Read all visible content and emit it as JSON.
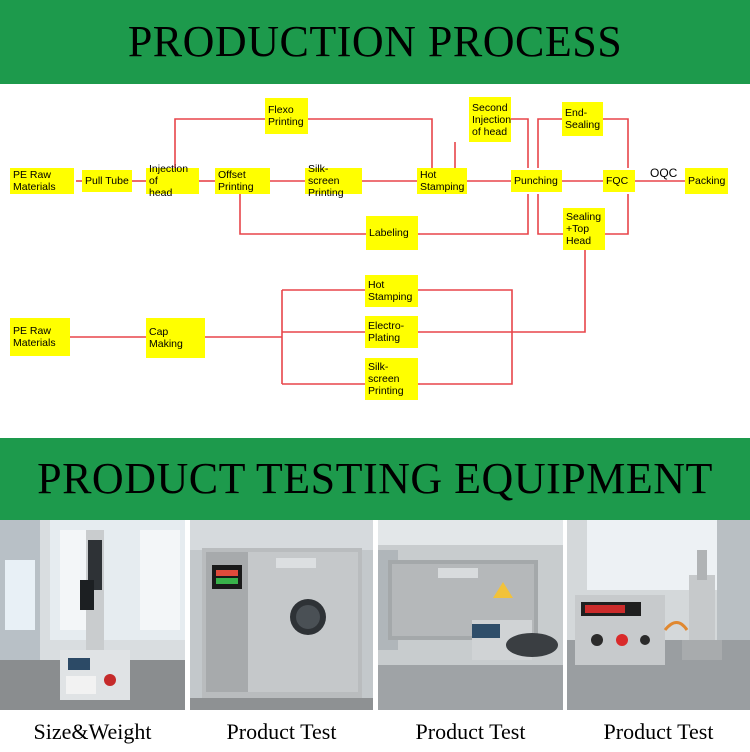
{
  "header": {
    "title": "PRODUCTION PROCESS"
  },
  "flow": {
    "nodes": {
      "pe_raw_1": "PE Raw\nMaterials",
      "pull_tube": "Pull Tube",
      "injection_head": "Injection of\nhead",
      "offset_printing": "Offset\nPrinting",
      "flexo_printing": "Flexo\nPrinting",
      "silk_screen_1": "Silk-screen\nPrinting",
      "labeling": "Labeling",
      "hot_stamping_1": "Hot\nStamping",
      "second_injection": "Second\nInjection\nof head",
      "punching": "Punching",
      "end_sealing": "End-\nSealing",
      "sealing_top_head": "Sealing\n+Top\nHead",
      "fqc": "FQC",
      "packing": "Packing",
      "pe_raw_2": "PE Raw\nMaterials",
      "cap_making": "Cap Making",
      "hot_stamping_2": "Hot\nStamping",
      "electro_plating": "Electro-\nPlating",
      "silk_screen_2": "Silk-\nscreen\nPrinting"
    },
    "oqc_label": "OQC",
    "line_color": "#e8454a",
    "node_color": "#ffff00"
  },
  "section2": {
    "title": "PRODUCT TESTING EQUIPMENT"
  },
  "equipment": [
    {
      "caption": "Size&Weight"
    },
    {
      "caption": "Product Test"
    },
    {
      "caption": "Product Test"
    },
    {
      "caption": "Product Test"
    }
  ],
  "colors": {
    "banner": "#1d9a4c"
  }
}
